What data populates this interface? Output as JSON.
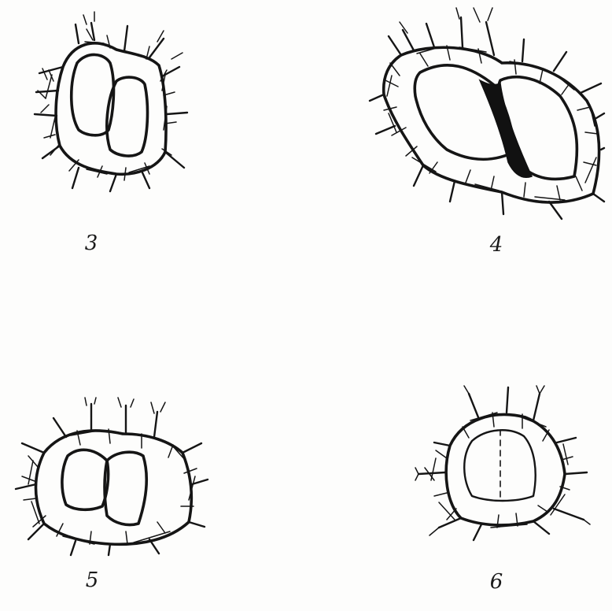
{
  "figures": [
    {
      "label": "3"
    },
    {
      "label": "4"
    },
    {
      "label": "5"
    },
    {
      "label": "6"
    }
  ],
  "colors": {
    "ink": "#151515",
    "paper": "#fdfdfc"
  }
}
